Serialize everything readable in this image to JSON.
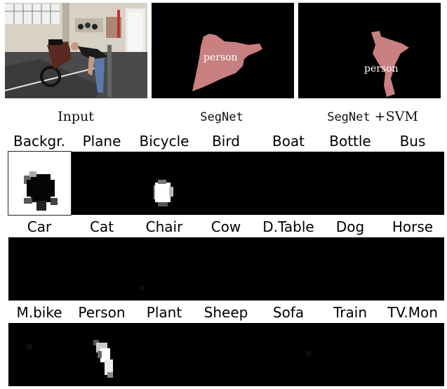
{
  "figure": {
    "panels": {
      "input": "Input",
      "segnet": "SegNet",
      "segnet_svm_name": "SegNet",
      "segnet_svm_suffix": "+SVM"
    },
    "overlay_label_1": "person",
    "overlay_label_2": "person",
    "person_mask_color": "#c98080",
    "rows": [
      {
        "classes": [
          "Backgr.",
          "Plane",
          "Bicycle",
          "Bird",
          "Boat",
          "Bottle",
          "Bus"
        ],
        "active": {
          "Backgr.": 0.95,
          "Bicycle": 0.9
        }
      },
      {
        "classes": [
          "Car",
          "Cat",
          "Chair",
          "Cow",
          "D.Table",
          "Dog",
          "Horse"
        ],
        "active": {}
      },
      {
        "classes": [
          "M.bike",
          "Person",
          "Plant",
          "Sheep",
          "Sofa",
          "Train",
          "TV.Mon"
        ],
        "active": {
          "Person": 0.95,
          "M.bike": 0.05
        }
      }
    ]
  }
}
